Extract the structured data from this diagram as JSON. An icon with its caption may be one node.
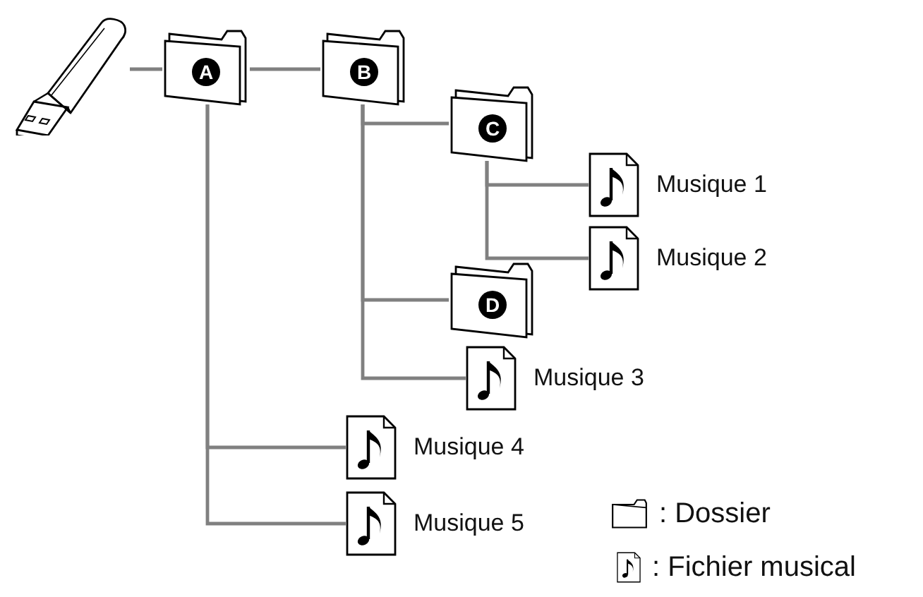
{
  "diagram": {
    "nodes": [
      {
        "text": [],
        "shape": "picture"
      },
      {
        "text": [
          "A"
        ]
      },
      {
        "text": [
          "B"
        ]
      },
      {
        "text": [
          "C"
        ]
      },
      {
        "text": [],
        "shape": "document",
        "beside": [
          "Musique 1"
        ]
      },
      {
        "text": [],
        "shape": "document",
        "beside": [
          "Musique 2"
        ]
      },
      {
        "text": [
          "D"
        ]
      },
      {
        "text": [],
        "shape": "document",
        "beside": [
          "Musique 3"
        ]
      },
      {
        "text": [],
        "shape": "document",
        "beside": [
          "Musique 4"
        ]
      },
      {
        "text": [],
        "shape": "document",
        "beside": [
          "Musique 5"
        ]
      }
    ],
    "edges": [
      {
        "from": 0,
        "to": 1,
        "arrow": "none"
      },
      {
        "from": 1,
        "to": 2,
        "arrow": "none"
      },
      {
        "from": 2,
        "to": 3,
        "arrow": "none"
      },
      {
        "from": 3,
        "to": 4,
        "arrow": "none"
      },
      {
        "from": 3,
        "to": 5,
        "arrow": "none"
      },
      {
        "from": 2,
        "to": 6,
        "arrow": "none"
      },
      {
        "from": 2,
        "to": 7,
        "arrow": "none"
      },
      {
        "from": 1,
        "to": 8,
        "arrow": "none"
      },
      {
        "from": 1,
        "to": 9,
        "arrow": "none"
      }
    ],
    "legend": [
      {
        "text": ": Dossier"
      },
      {
        "text": ": Fichier musical"
      }
    ]
  }
}
